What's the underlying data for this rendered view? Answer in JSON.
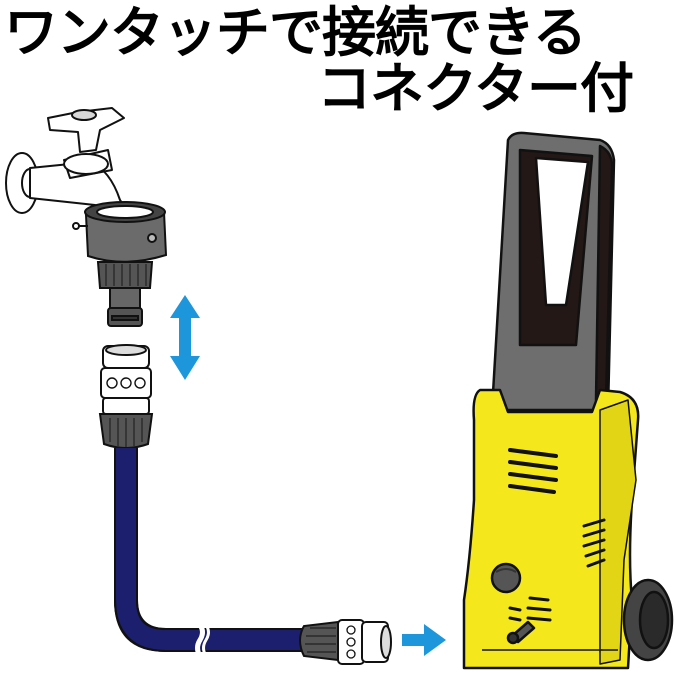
{
  "heading": {
    "line1": "ワンタッチで接続できる",
    "line2": "コネクター付"
  },
  "illustration": {
    "items": [
      {
        "name": "faucet",
        "label": "water-faucet-with-adapter-icon"
      },
      {
        "name": "hose-connector-top",
        "label": "quick-connector-icon"
      },
      {
        "name": "hose",
        "label": "garden-hose-icon",
        "color": "#1c1f6e"
      },
      {
        "name": "hose-connector-bottom",
        "label": "quick-connector-icon"
      },
      {
        "name": "pressure-washer",
        "label": "pressure-washer-icon",
        "body_color": "#f4e81c",
        "handle_color": "#6e6e6e"
      }
    ],
    "arrows": [
      {
        "name": "connect-arrow",
        "direction": "up-down",
        "color": "#1e96dc"
      },
      {
        "name": "flow-arrow",
        "direction": "right",
        "color": "#1e96dc"
      }
    ]
  },
  "colors": {
    "accent_blue": "#1e96dc",
    "hose_navy": "#1c1f6e",
    "body_yellow": "#f4e81c",
    "handle_gray": "#6e6e6e",
    "dark": "#231815"
  }
}
